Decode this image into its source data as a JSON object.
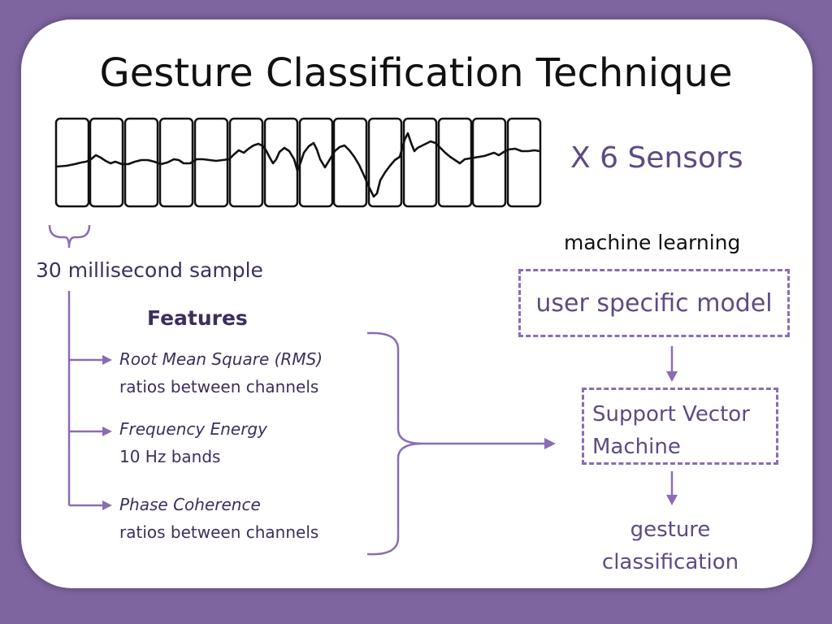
{
  "title": "Gesture Classification Technique",
  "sensors_label": "X 6 Sensors",
  "machine_learning_label": "machine learning",
  "sample_label": "30 millisecond sample",
  "features_heading": "Features",
  "features": [
    {
      "name": "Root Mean Square (RMS)",
      "detail": "ratios between channels"
    },
    {
      "name": "Frequency Energy",
      "detail": "10 Hz bands"
    },
    {
      "name": "Phase Coherence",
      "detail": "ratios between channels"
    }
  ],
  "model_label": "user specific model",
  "svm_label": "Support Vector Machine",
  "result_label": "gesture classification",
  "colors": {
    "background": "#7e65a0",
    "card": "#ffffff",
    "accent": "#8c6cb3",
    "text_purple": "#5f4a84"
  },
  "icons": [
    "signal-waveform",
    "sample-bracket",
    "arrow-right-icon",
    "arrow-down-icon",
    "curly-brace-icon"
  ]
}
